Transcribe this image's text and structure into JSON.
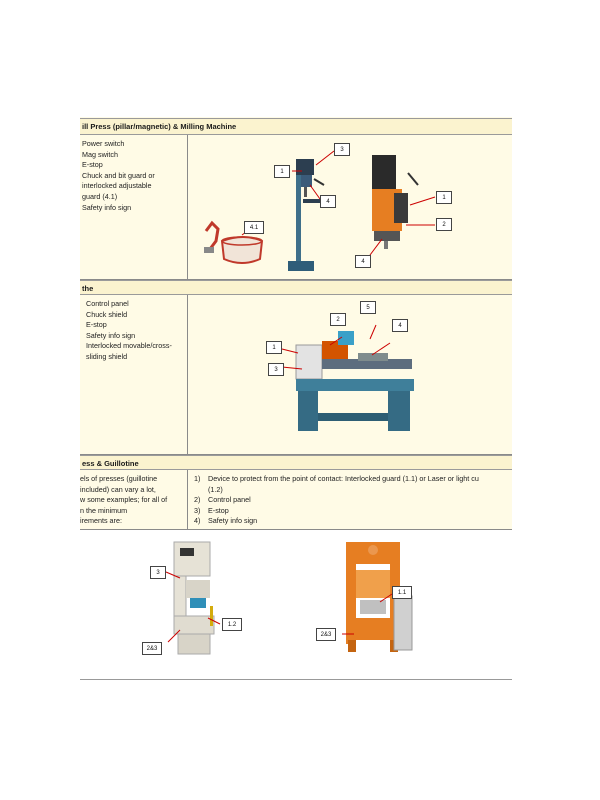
{
  "sections": [
    {
      "header": "ill Press (pillar/magnetic) & Milling Machine",
      "items": [
        "Power switch",
        "Mag switch",
        "E-stop",
        "Chuck and bit guard or",
        "interlocked adjustable",
        "guard (4.1)",
        "Safety info sign"
      ],
      "callouts": [
        "1",
        "3",
        "4",
        "4.1",
        "1",
        "2",
        "4"
      ]
    },
    {
      "header": "the",
      "items": [
        "Control panel",
        "Chuck shield",
        "E-stop",
        "Safety info sign",
        "Interlocked movable/cross-",
        "sliding shield"
      ],
      "callouts": [
        "1",
        "2",
        "3",
        "4",
        "5"
      ]
    },
    {
      "header": "ess & Guillotine",
      "left_lines": [
        "els of presses (guillotine",
        " included) can vary a lot,",
        "w some examples; for all of",
        "n the minimum",
        "irements are:"
      ],
      "right_items": [
        {
          "num": "1)",
          "text": "Device to protect from the point of contact:  Interlocked guard (1.1) or Laser or light cu",
          "cont": "(1.2)"
        },
        {
          "num": "2)",
          "text": "Control panel"
        },
        {
          "num": "3)",
          "text": "E-stop"
        },
        {
          "num": "4)",
          "text": "Safety info sign"
        }
      ],
      "callouts": [
        "3",
        "1.2",
        "2&3",
        "1.1",
        "2&3"
      ]
    }
  ]
}
